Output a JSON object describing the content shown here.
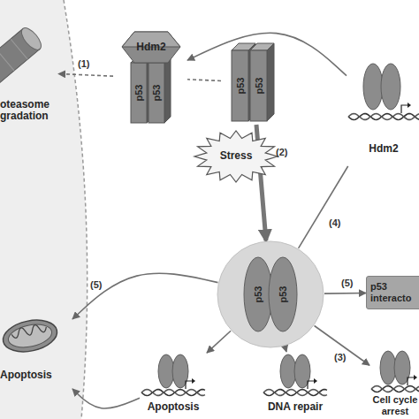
{
  "diagram": {
    "nodes": [
      {
        "text": [
          "oteasome gradation"
        ]
      },
      {
        "text": [
          "Hdm2",
          "p53",
          "p53"
        ]
      },
      {
        "text": [
          "p53",
          "p53"
        ]
      },
      {
        "text": [
          "Stress"
        ]
      },
      {
        "text": [
          "Hdm2"
        ]
      },
      {
        "text": [
          "p53",
          "p53"
        ]
      },
      {
        "text": [
          "p53 interacto"
        ]
      },
      {
        "text": [
          "Apoptosis"
        ]
      },
      {
        "text": [
          "Apoptosis"
        ]
      },
      {
        "text": [
          "DNA repair"
        ]
      },
      {
        "text": [
          "Cell cycle arrest"
        ]
      }
    ],
    "edges": [
      {
        "from": 4,
        "to": 1,
        "arrow": "to"
      },
      {
        "from": 1,
        "to": 0,
        "label": "(1)",
        "arrow": "to"
      },
      {
        "from": 2,
        "to": 1,
        "arrow": "none"
      },
      {
        "from": 2,
        "to": 5,
        "label": "(2)",
        "arrow": "to"
      },
      {
        "from": 5,
        "to": 4,
        "label": "(4)",
        "arrow": "none"
      },
      {
        "from": 5,
        "to": 6,
        "label": "(5)",
        "arrow": "to"
      },
      {
        "from": 5,
        "to": 7,
        "label": "(5)",
        "arrow": "to"
      },
      {
        "from": 5,
        "to": 8,
        "arrow": "to"
      },
      {
        "from": 5,
        "to": 9,
        "arrow": "to"
      },
      {
        "from": 5,
        "to": 10,
        "label": "(3)",
        "arrow": "to"
      },
      {
        "from": 8,
        "to": 7,
        "arrow": "to"
      }
    ]
  }
}
